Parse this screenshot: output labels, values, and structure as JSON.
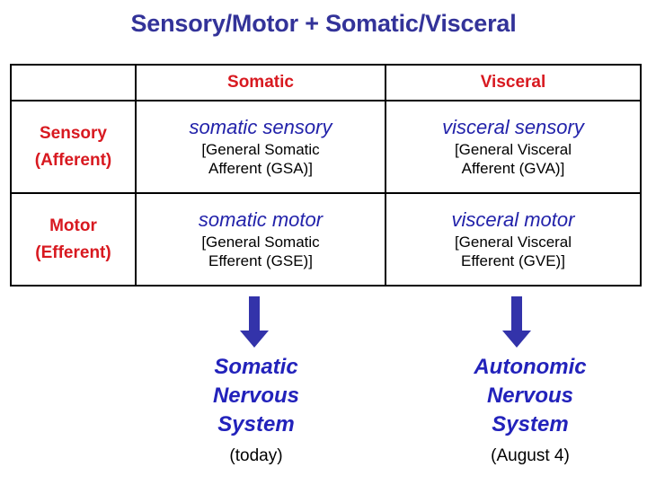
{
  "slide": {
    "title": "Sensory/Motor + Somatic/Visceral",
    "colors": {
      "title_blue": "#333399",
      "header_red": "#d81920",
      "term_blue": "#2222aa",
      "arrow_blue": "#3333aa",
      "body_black": "#000000",
      "background": "#ffffff",
      "border": "#000000"
    }
  },
  "table": {
    "corner_label": "",
    "column_headers": [
      "Somatic",
      "Visceral"
    ],
    "rows": [
      {
        "label_line1": "Sensory",
        "label_line2": "(Afferent)",
        "cells": [
          {
            "term": "somatic sensory",
            "detail_line1": "[General Somatic",
            "detail_line2": "Afferent (GSA)]"
          },
          {
            "term": "visceral sensory",
            "detail_line1": "[General Visceral",
            "detail_line2": "Afferent (GVA)]"
          }
        ]
      },
      {
        "label_line1": "Motor",
        "label_line2": "(Efferent)",
        "cells": [
          {
            "term": "somatic motor",
            "detail_line1": "[General Somatic",
            "detail_line2": "Efferent (GSE)]"
          },
          {
            "term": "visceral motor",
            "detail_line1": "[General Visceral",
            "detail_line2": "Efferent (GVE)]"
          }
        ]
      }
    ]
  },
  "arrows": [
    {
      "icon": "down-arrow-icon",
      "target": "somatic-nervous-system"
    },
    {
      "icon": "down-arrow-icon",
      "target": "autonomic-nervous-system"
    }
  ],
  "conclusions": [
    {
      "line1": "Somatic",
      "line2": "Nervous",
      "line3": "System",
      "note": "(today)"
    },
    {
      "line1": "Autonomic",
      "line2": "Nervous",
      "line3": "System",
      "note": "(August 4)"
    }
  ]
}
